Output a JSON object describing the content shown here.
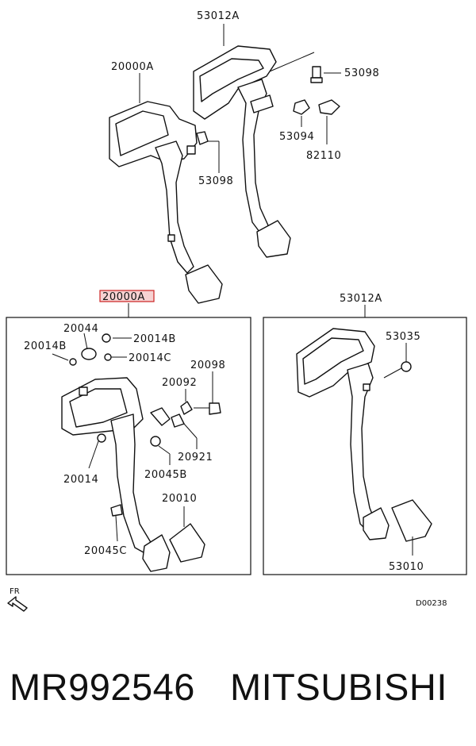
{
  "labels": {
    "top_pedal_assy": "53012A",
    "top_brake_assy": "20000A",
    "top_bolt": "53098",
    "top_clip": "53094",
    "top_switch": "82110",
    "top_bolt2": "53098",
    "box_left_title": "20000A",
    "box_right_title": "53012A",
    "p20044": "20044",
    "p20014b_left": "20014B",
    "p20014b_right": "20014B",
    "p20014c": "20014C",
    "p20098": "20098",
    "p20092": "20092",
    "p20921": "20921",
    "p20014": "20014",
    "p20045b": "20045B",
    "p20010": "20010",
    "p20045c": "20045C",
    "p53035": "53035",
    "p53010": "53010",
    "fr": "FR",
    "diagram_code": "D00238"
  },
  "caption": {
    "part_number": "MR992546",
    "brand": "MITSUBISHI"
  },
  "colors": {
    "highlight": "#cc2222",
    "highlight_fill": "#f6d2d2",
    "ink": "#111111"
  },
  "icons": {
    "front_arrow": "arrow-front-left-icon"
  }
}
